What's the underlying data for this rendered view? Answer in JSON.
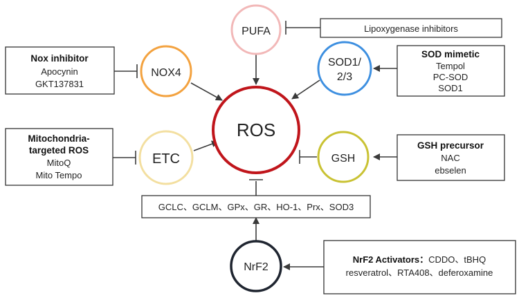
{
  "nodes": {
    "ros": {
      "label": "ROS",
      "color": "#c0151b"
    },
    "pufa": {
      "label": "PUFA",
      "color": "#f2b8b8"
    },
    "nox4": {
      "label": "NOX4",
      "color": "#f3a23f"
    },
    "sod": {
      "line1": "SOD1/",
      "line2": "2/3",
      "color": "#3d8fe0"
    },
    "etc": {
      "label": "ETC",
      "color": "#f3dfa0"
    },
    "gsh": {
      "label": "GSH",
      "color": "#c9c233"
    },
    "nrf2": {
      "label": "NrF2",
      "color": "#1f2530"
    }
  },
  "boxes": {
    "lipoxygenase": {
      "text": "Lipoxygenase inhibitors"
    },
    "nox_inhibitor": {
      "title": "Nox inhibitor",
      "items": [
        "Apocynin",
        "GKT137831"
      ]
    },
    "sod_mimetic": {
      "title": "SOD mimetic",
      "items": [
        "Tempol",
        "PC-SOD",
        "SOD1"
      ]
    },
    "mito": {
      "title_line1": "Mitochondria-",
      "title_line2": "targeted ROS",
      "items": [
        "MitoQ",
        "Mito Tempo"
      ]
    },
    "gsh_precursor": {
      "title": "GSH precursor",
      "items": [
        "NAC",
        "ebselen"
      ]
    },
    "genes": {
      "text": "GCLC、GCLM、GPx、GR、HO-1、Prx、SOD3"
    },
    "nrf2_activators": {
      "title": "NrF2 Activators：",
      "line1_rest": "CDDO、tBHQ",
      "line2": "resveratrol、RTA408、deferoxamine"
    }
  }
}
